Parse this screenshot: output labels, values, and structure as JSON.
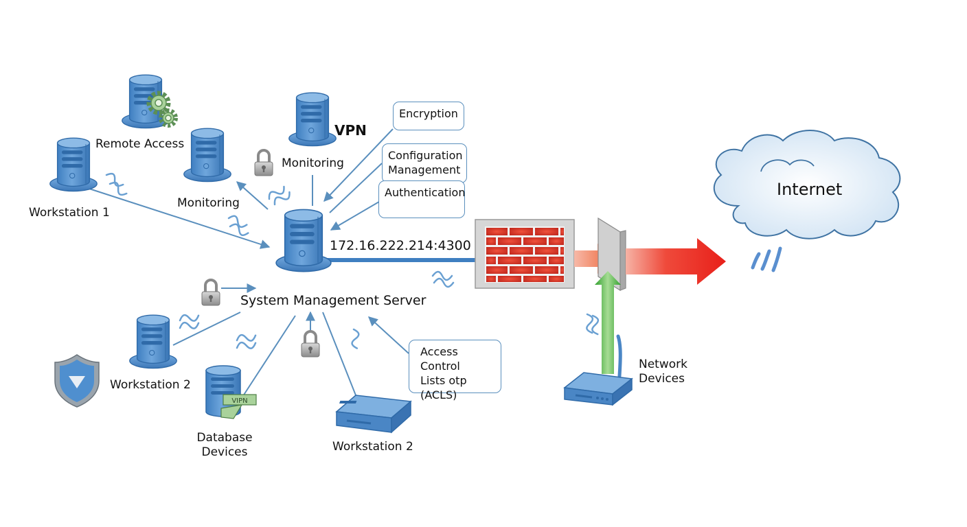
{
  "diagram": {
    "center": {
      "label": "System Management Server",
      "address": "172.16.222.214:4300"
    },
    "nodes": {
      "remote_access": "Remote Access",
      "workstation1": "Workstation 1",
      "monitoring_left": "Monitoring",
      "vpn": "VPN",
      "monitoring_top": "Monitoring",
      "workstation2_left": "Workstation 2",
      "database_line1": "Database",
      "database_line2": "Devices",
      "vpn_tag": "VIPN",
      "workstation2_bottom": "Workstation 2",
      "network_devices_line1": "Network",
      "network_devices_line2": "Devices",
      "internet": "Internet"
    },
    "features": {
      "encryption": "Encryption",
      "config_line1": "Configuration",
      "config_line2": "Management",
      "authentication": "Authentication",
      "acl_line1": "Access Control",
      "acl_line2": "Lists otp",
      "acl_line3": "(ACLS)"
    },
    "colors": {
      "server_blue": "#5b93cf",
      "server_dark": "#2f6aa8",
      "line_blue": "#5a8fbd",
      "firewall_red": "#d9382b",
      "arrow_red": "#e8261c",
      "arrow_green": "#3ea53a",
      "cloud_stroke": "#3f73a3"
    }
  }
}
